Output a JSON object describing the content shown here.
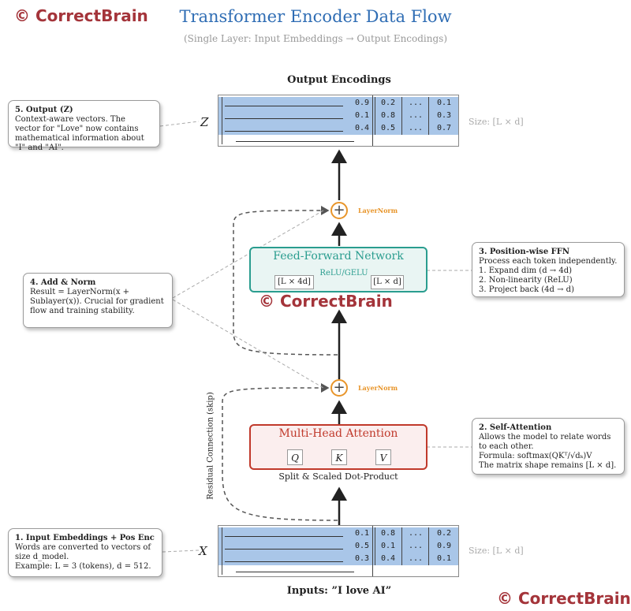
{
  "watermark": "© CorrectBrain",
  "title": "Transformer Encoder Data Flow",
  "subtitle": "(Single Layer: Input Embeddings → Output Encodings)",
  "output": {
    "heading": "Output Encodings",
    "symbol": "Z",
    "size": "Size: [L × d]",
    "rows": [
      [
        "0.9",
        "0.2",
        "...",
        "0.1"
      ],
      [
        "0.1",
        "0.8",
        "...",
        "0.3"
      ],
      [
        "0.4",
        "0.5",
        "...",
        "0.7"
      ]
    ]
  },
  "input": {
    "heading": "Inputs: ”I love AI”",
    "symbol": "X",
    "size": "Size: [L × d]",
    "rows": [
      [
        "0.1",
        "0.8",
        "...",
        "0.2"
      ],
      [
        "0.5",
        "0.1",
        "...",
        "0.9"
      ],
      [
        "0.3",
        "0.4",
        "...",
        "0.1"
      ]
    ]
  },
  "layernorm_label": "LayerNorm",
  "plus_symbol": "+",
  "ffn": {
    "title": "Feed-Forward Network",
    "left": "[L × 4d]",
    "activation": "ReLU/GELU",
    "right": "[L × d]"
  },
  "mha": {
    "title": "Multi-Head Attention",
    "q": "Q",
    "k": "K",
    "v": "V",
    "caption": "Split & Scaled Dot-Product"
  },
  "residual_label": "Residual Connection (skip)",
  "notes": {
    "output": {
      "heading": "5. Output (Z)",
      "body": "Context-aware vectors. The vector for \"Love\" now contains mathematical information about \"I\" and \"AI\"."
    },
    "add_norm": {
      "heading": "4. Add & Norm",
      "body": "Result = LayerNorm(x + Sublayer(x)). Crucial for gradient flow and training stability."
    },
    "ffn": {
      "heading": "3. Position-wise FFN",
      "lines": [
        "Process each token independently.",
        "1. Expand dim (d → 4d)",
        "2. Non-linearity (ReLU)",
        "3. Project back (4d → d)"
      ]
    },
    "attention": {
      "heading": "2. Self-Attention",
      "body": "Allows the model to relate words to each other.",
      "formula": "Formula: softmax(QKᵀ/√dₖ)V",
      "shape": "The matrix shape remains [L × d]."
    },
    "input": {
      "heading": "1. Input Embeddings + Pos Enc",
      "body": "Words are converted to vectors of size d_model.",
      "example": "Example: L = 3 (tokens), d = 512."
    }
  },
  "colors": {
    "title": "#2f6db4",
    "watermark": "#a4343a",
    "matrix_fill": "#a9c6e8",
    "ffn": "#2a9d8f",
    "mha": "#c0392b",
    "norm": "#e8952a"
  }
}
